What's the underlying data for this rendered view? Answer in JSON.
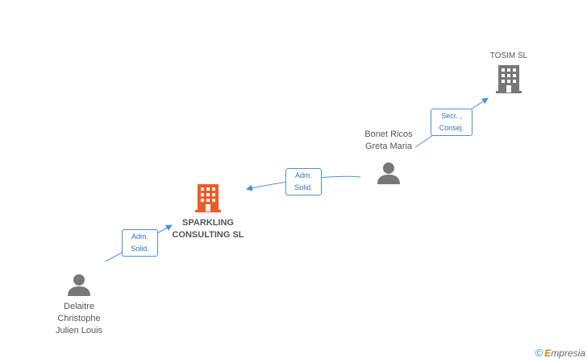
{
  "nodes": {
    "sparkling": {
      "line1": "SPARKLING",
      "line2": "CONSULTING SL",
      "color": "#f05a28"
    },
    "tosim": {
      "name": "TOSIM SL",
      "color": "#777777"
    },
    "bonet": {
      "line1": "Bonet Ricos",
      "line2": "Greta Maria"
    },
    "delaitre": {
      "line1": "Delaitre",
      "line2": "Christophe",
      "line3": "Julien Louis"
    }
  },
  "edges": {
    "bonet_to_tosim": {
      "line1": "Secr. ,",
      "line2": "Consej."
    },
    "bonet_to_sparkling": {
      "line1": "Adm.",
      "line2": "Solid."
    },
    "delaitre_to_sparkling": {
      "line1": "Adm.",
      "line2": "Solid."
    }
  },
  "footer": {
    "copyright": "©",
    "brand_first": "E",
    "brand_rest": "mpresia"
  },
  "colors": {
    "edge": "#4a90d9",
    "person_icon": "#777777"
  }
}
